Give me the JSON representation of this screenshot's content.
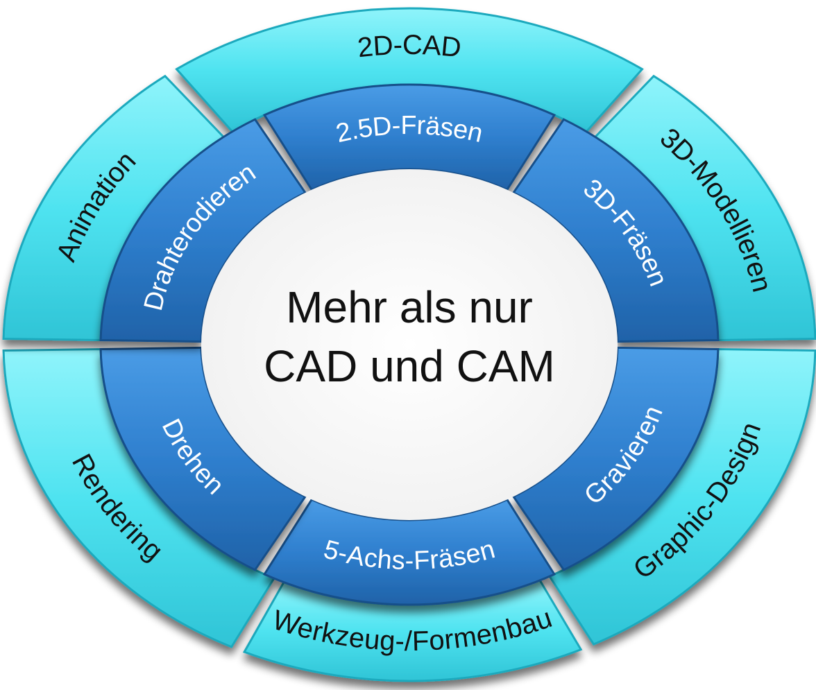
{
  "center": {
    "line1": "Mehr als nur",
    "line2": "CAD und CAM"
  },
  "outer_ring": {
    "color": "#4fe3f0",
    "segments": [
      {
        "label": "2D-CAD",
        "start": 235,
        "end": 305,
        "flip": false
      },
      {
        "label": "3D-Modellieren",
        "start": 307,
        "end": 359,
        "flip": false
      },
      {
        "label": "Graphic-Design",
        "start": 1,
        "end": 63,
        "flip": true
      },
      {
        "label": "Werkzeug-/Formenbau",
        "start": 65,
        "end": 114,
        "flip": true
      },
      {
        "label": "Rendering",
        "start": 116,
        "end": 179,
        "flip": true
      },
      {
        "label": "Animation",
        "start": 181,
        "end": 233,
        "flip": false
      }
    ]
  },
  "inner_ring": {
    "color": "#2f7fce",
    "segments": [
      {
        "label": "2.5D-Fräsen",
        "start": 242,
        "end": 298,
        "flip": false
      },
      {
        "label": "3D-Fräsen",
        "start": 300,
        "end": 359,
        "flip": false
      },
      {
        "label": "Gravieren",
        "start": 1,
        "end": 60,
        "flip": true
      },
      {
        "label": "5-Achs-Fräsen",
        "start": 62,
        "end": 118,
        "flip": true
      },
      {
        "label": "Drehen",
        "start": 120,
        "end": 179,
        "flip": true
      },
      {
        "label": "Drahterodieren",
        "start": 181,
        "end": 240,
        "flip": false
      }
    ]
  }
}
